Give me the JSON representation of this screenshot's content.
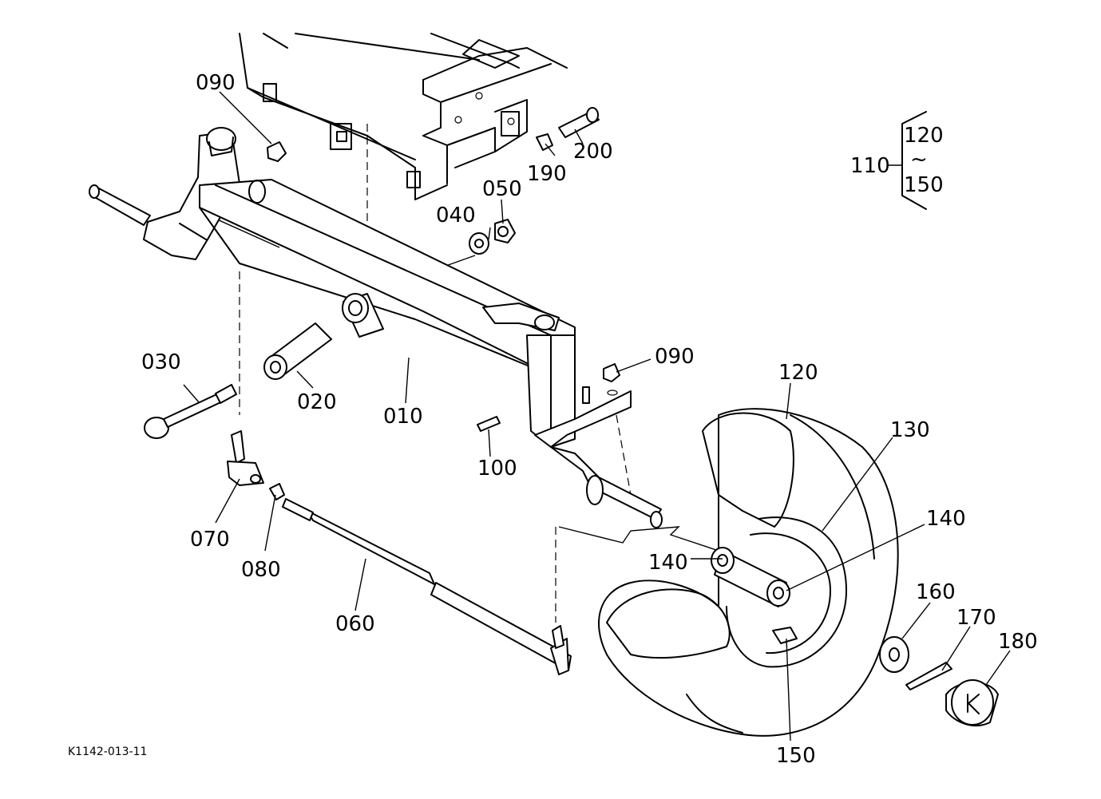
{
  "parts": {
    "p010": "010",
    "p020": "020",
    "p030": "030",
    "p040": "040",
    "p050": "050",
    "p060": "060",
    "p070": "070",
    "p080": "080",
    "p090a": "090",
    "p090b": "090",
    "p100": "100",
    "p110": "110",
    "p120": "120",
    "p130": "130",
    "p140a": "140",
    "p140b": "140",
    "p150": "150",
    "p160": "160",
    "p170": "170",
    "p180": "180",
    "p190": "190",
    "p200": "200"
  },
  "assembly_bracket": {
    "top": "120",
    "tilde": "~",
    "bottom": "150"
  },
  "drawing_code": "K1142-013-11"
}
